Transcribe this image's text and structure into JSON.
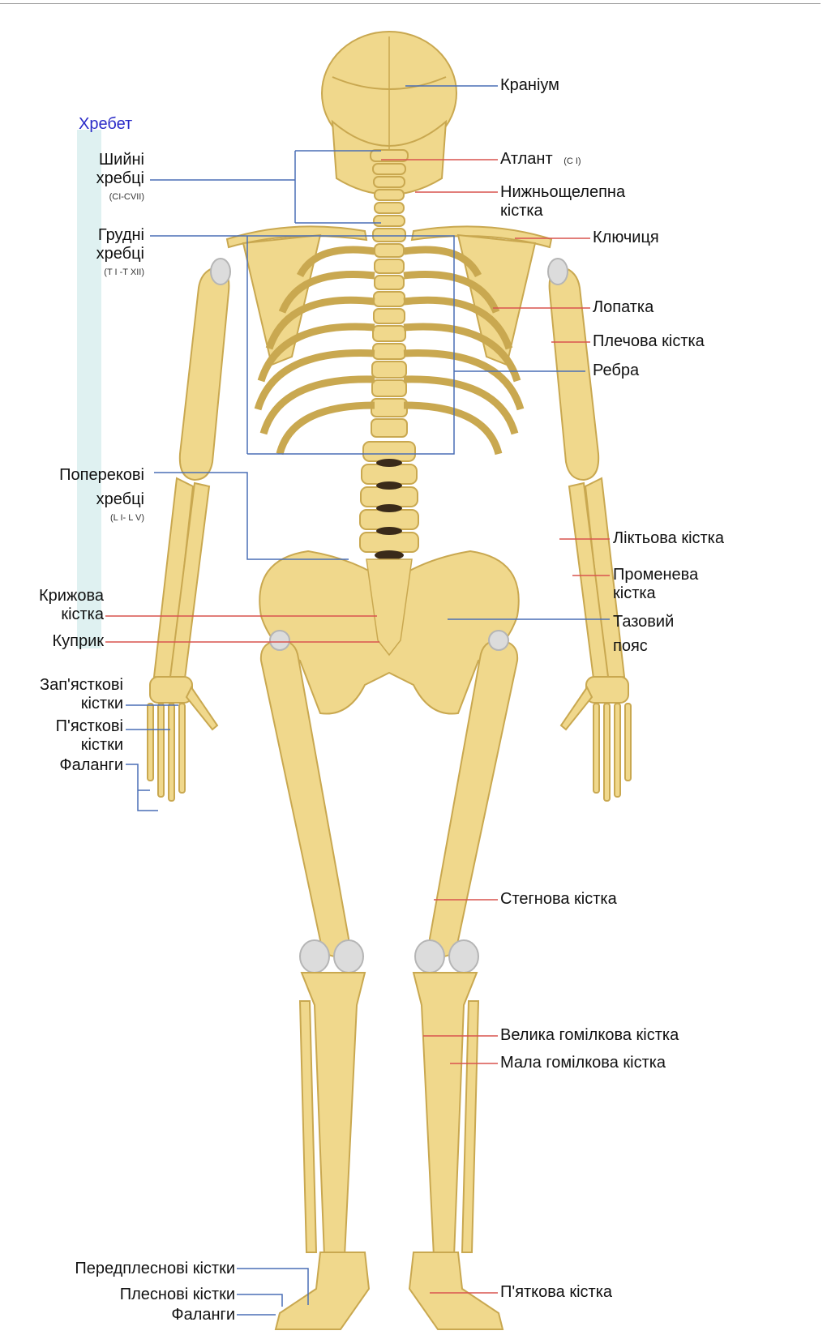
{
  "spine": {
    "title": "Хребет",
    "cervical": {
      "line1": "Шийні",
      "line2": "хребці",
      "range": "(CI-CVII)"
    },
    "thoracic": {
      "line1": "Грудні",
      "line2": "хребці",
      "range": "(T I -T XII)"
    },
    "lumbar": {
      "line1": "Поперекові",
      "line2": "хребці",
      "range": "(L I- L V)"
    }
  },
  "left_labels": {
    "sacrum": {
      "line1": "Крижова",
      "line2": "кістка"
    },
    "coccyx": "Куприк",
    "carpals": {
      "line1": "Зап'ясткові",
      "line2": "кістки"
    },
    "metacarpals": {
      "line1": "П'ясткові",
      "line2": "кістки"
    },
    "hand_phalanges": "Фаланги",
    "tarsals": "Передплеснові кістки",
    "metatarsals": "Плеснові кістки",
    "foot_phalanges": "Фаланги"
  },
  "right_labels": {
    "cranium": "Краніум",
    "atlas": "Атлант",
    "atlas_code": "(C I)",
    "mandible": {
      "line1": "Нижньощелепна",
      "line2": "кістка"
    },
    "clavicle": "Ключиця",
    "scapula": "Лопатка",
    "humerus": "Плечова кістка",
    "ribs": "Ребра",
    "ulna": "Ліктьова кістка",
    "radius": {
      "line1": "Променева",
      "line2": "кістка"
    },
    "pelvis": {
      "line1": "Тазовий",
      "line2": "пояс"
    },
    "femur": "Стегнова кістка",
    "tibia": "Велика гомілкова кістка",
    "fibula": "Мала гомілкова кістка",
    "calcaneus": "П'яткова кістка"
  },
  "colors": {
    "bone": "#f0d88c",
    "bone_stroke": "#c9a850",
    "cartilage": "#dcdcdc",
    "disc": "#3a2a1a",
    "spine_band": "#dff1f1",
    "leader_blue": "#4a6fb5",
    "leader_red": "#d9534f",
    "title_blue": "#2b2bc8"
  }
}
